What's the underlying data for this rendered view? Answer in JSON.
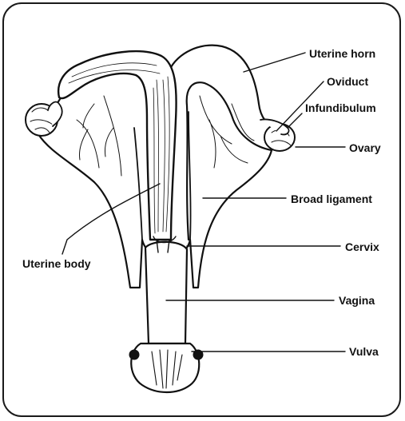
{
  "labels": {
    "uterine_horn": "Uterine horn",
    "oviduct": "Oviduct",
    "infundibulum": "Infundibulum",
    "ovary": "Ovary",
    "broad_ligament": "Broad ligament",
    "uterine_body": "Uterine body",
    "cervix": "Cervix",
    "vagina": "Vagina",
    "vulva": "Vulva"
  },
  "colors": {
    "line": "#111111",
    "background": "#ffffff"
  }
}
